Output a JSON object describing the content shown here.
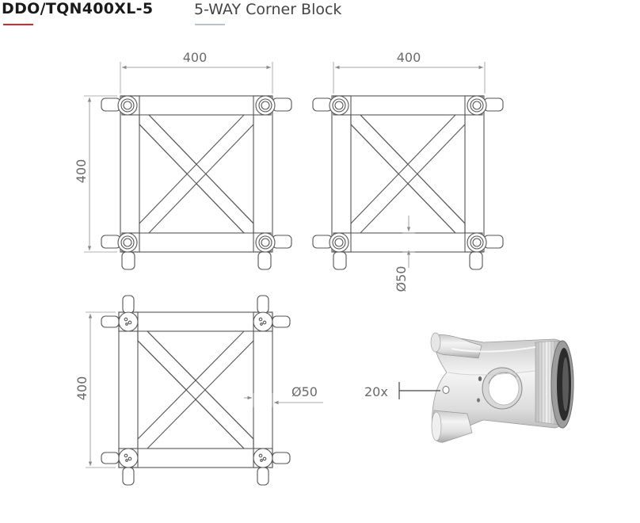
{
  "header": {
    "product_code": "DDO/TQN400XL-5",
    "product_name": "5-WAY Corner Block",
    "accent_color": "#d42a2a",
    "secondary_accent_color": "#b9c3cc"
  },
  "drawing": {
    "dimensions": {
      "width_top_left": "400",
      "width_top_right": "400",
      "height_top_left": "400",
      "height_bottom_left": "400",
      "diameter_top_right": "Ø50",
      "diameter_bottom_left": "Ø50"
    },
    "callout": {
      "hole_count": "20x"
    }
  }
}
